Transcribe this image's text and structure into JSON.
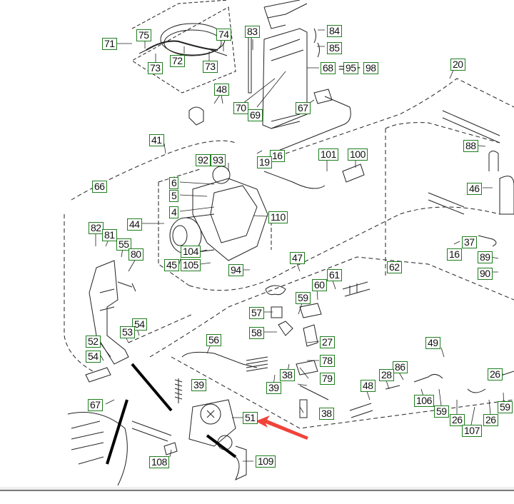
{
  "diagram": {
    "type": "exploded-parts-diagram",
    "label_border_color": "#1e7d1e",
    "highlight_arrow_color": "#f0433a",
    "highlighted_part": "51",
    "callouts": [
      {
        "id": "71",
        "text": "71"
      },
      {
        "id": "75",
        "text": "75"
      },
      {
        "id": "74",
        "text": "74"
      },
      {
        "id": "72",
        "text": "72"
      },
      {
        "id": "73a",
        "text": "73"
      },
      {
        "id": "73b",
        "text": "73"
      },
      {
        "id": "83",
        "text": "83"
      },
      {
        "id": "84",
        "text": "84"
      },
      {
        "id": "85",
        "text": "85"
      },
      {
        "id": "68",
        "text": "68"
      },
      {
        "id": "95",
        "text": "95"
      },
      {
        "id": "98",
        "text": "98"
      },
      {
        "id": "20",
        "text": "20"
      },
      {
        "id": "48a",
        "text": "48"
      },
      {
        "id": "70",
        "text": "70"
      },
      {
        "id": "69",
        "text": "69"
      },
      {
        "id": "67a",
        "text": "67"
      },
      {
        "id": "41",
        "text": "41"
      },
      {
        "id": "92",
        "text": "92"
      },
      {
        "id": "93",
        "text": "93"
      },
      {
        "id": "16a",
        "text": "16"
      },
      {
        "id": "19",
        "text": "19"
      },
      {
        "id": "101",
        "text": "101"
      },
      {
        "id": "100",
        "text": "100"
      },
      {
        "id": "88",
        "text": "88"
      },
      {
        "id": "6",
        "text": "6"
      },
      {
        "id": "5",
        "text": "5"
      },
      {
        "id": "66",
        "text": "66"
      },
      {
        "id": "4",
        "text": "4"
      },
      {
        "id": "46",
        "text": "46"
      },
      {
        "id": "110",
        "text": "110"
      },
      {
        "id": "44",
        "text": "44"
      },
      {
        "id": "82",
        "text": "82"
      },
      {
        "id": "81",
        "text": "81"
      },
      {
        "id": "55",
        "text": "55"
      },
      {
        "id": "80",
        "text": "80"
      },
      {
        "id": "104",
        "text": "104"
      },
      {
        "id": "45",
        "text": "45"
      },
      {
        "id": "105",
        "text": "105"
      },
      {
        "id": "16b",
        "text": "16"
      },
      {
        "id": "37",
        "text": "37"
      },
      {
        "id": "47",
        "text": "47"
      },
      {
        "id": "62",
        "text": "62"
      },
      {
        "id": "89",
        "text": "89"
      },
      {
        "id": "90",
        "text": "90"
      },
      {
        "id": "94",
        "text": "94"
      },
      {
        "id": "61",
        "text": "61"
      },
      {
        "id": "60",
        "text": "60"
      },
      {
        "id": "59a",
        "text": "59"
      },
      {
        "id": "57",
        "text": "57"
      },
      {
        "id": "58",
        "text": "58"
      },
      {
        "id": "27",
        "text": "27"
      },
      {
        "id": "54a",
        "text": "54"
      },
      {
        "id": "53",
        "text": "53"
      },
      {
        "id": "56",
        "text": "56"
      },
      {
        "id": "78",
        "text": "78"
      },
      {
        "id": "49",
        "text": "49"
      },
      {
        "id": "52",
        "text": "52"
      },
      {
        "id": "54b",
        "text": "54"
      },
      {
        "id": "38a",
        "text": "38"
      },
      {
        "id": "79",
        "text": "79"
      },
      {
        "id": "86",
        "text": "86"
      },
      {
        "id": "26a",
        "text": "26"
      },
      {
        "id": "28",
        "text": "28"
      },
      {
        "id": "39a",
        "text": "39"
      },
      {
        "id": "48b",
        "text": "48"
      },
      {
        "id": "39b",
        "text": "39"
      },
      {
        "id": "106",
        "text": "106"
      },
      {
        "id": "59b",
        "text": "59"
      },
      {
        "id": "26b",
        "text": "26"
      },
      {
        "id": "26c",
        "text": "26"
      },
      {
        "id": "59c",
        "text": "59"
      },
      {
        "id": "67b",
        "text": "67"
      },
      {
        "id": "38b",
        "text": "38"
      },
      {
        "id": "51",
        "text": "51"
      },
      {
        "id": "107",
        "text": "107"
      },
      {
        "id": "108",
        "text": "108"
      },
      {
        "id": "109",
        "text": "109"
      }
    ],
    "equation": {
      "eq": "=",
      "dash": "-"
    }
  }
}
